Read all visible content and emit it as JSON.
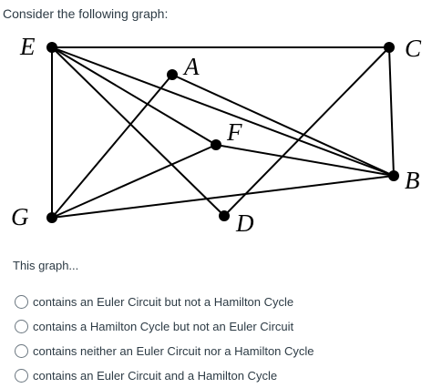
{
  "question": {
    "prompt": "Consider the following graph:",
    "subprompt": "This graph..."
  },
  "graph": {
    "vertices": [
      {
        "id": "E",
        "label": "E"
      },
      {
        "id": "A",
        "label": "A"
      },
      {
        "id": "C",
        "label": "C"
      },
      {
        "id": "F",
        "label": "F"
      },
      {
        "id": "B",
        "label": "B"
      },
      {
        "id": "G",
        "label": "G"
      },
      {
        "id": "D",
        "label": "D"
      }
    ],
    "edges": [
      [
        "E",
        "C"
      ],
      [
        "E",
        "F"
      ],
      [
        "E",
        "D"
      ],
      [
        "E",
        "G"
      ],
      [
        "E",
        "B"
      ],
      [
        "A",
        "G"
      ],
      [
        "A",
        "B"
      ],
      [
        "C",
        "B"
      ],
      [
        "C",
        "D"
      ],
      [
        "F",
        "G"
      ],
      [
        "F",
        "B"
      ],
      [
        "G",
        "B"
      ]
    ]
  },
  "options": [
    {
      "label": "contains an Euler Circuit but not a Hamilton Cycle"
    },
    {
      "label": "contains a Hamilton Cycle but not an Euler Circuit"
    },
    {
      "label": "contains neither an Euler Circuit nor a Hamilton Cycle"
    },
    {
      "label": "contains an Euler Circuit and a Hamilton Cycle"
    }
  ]
}
